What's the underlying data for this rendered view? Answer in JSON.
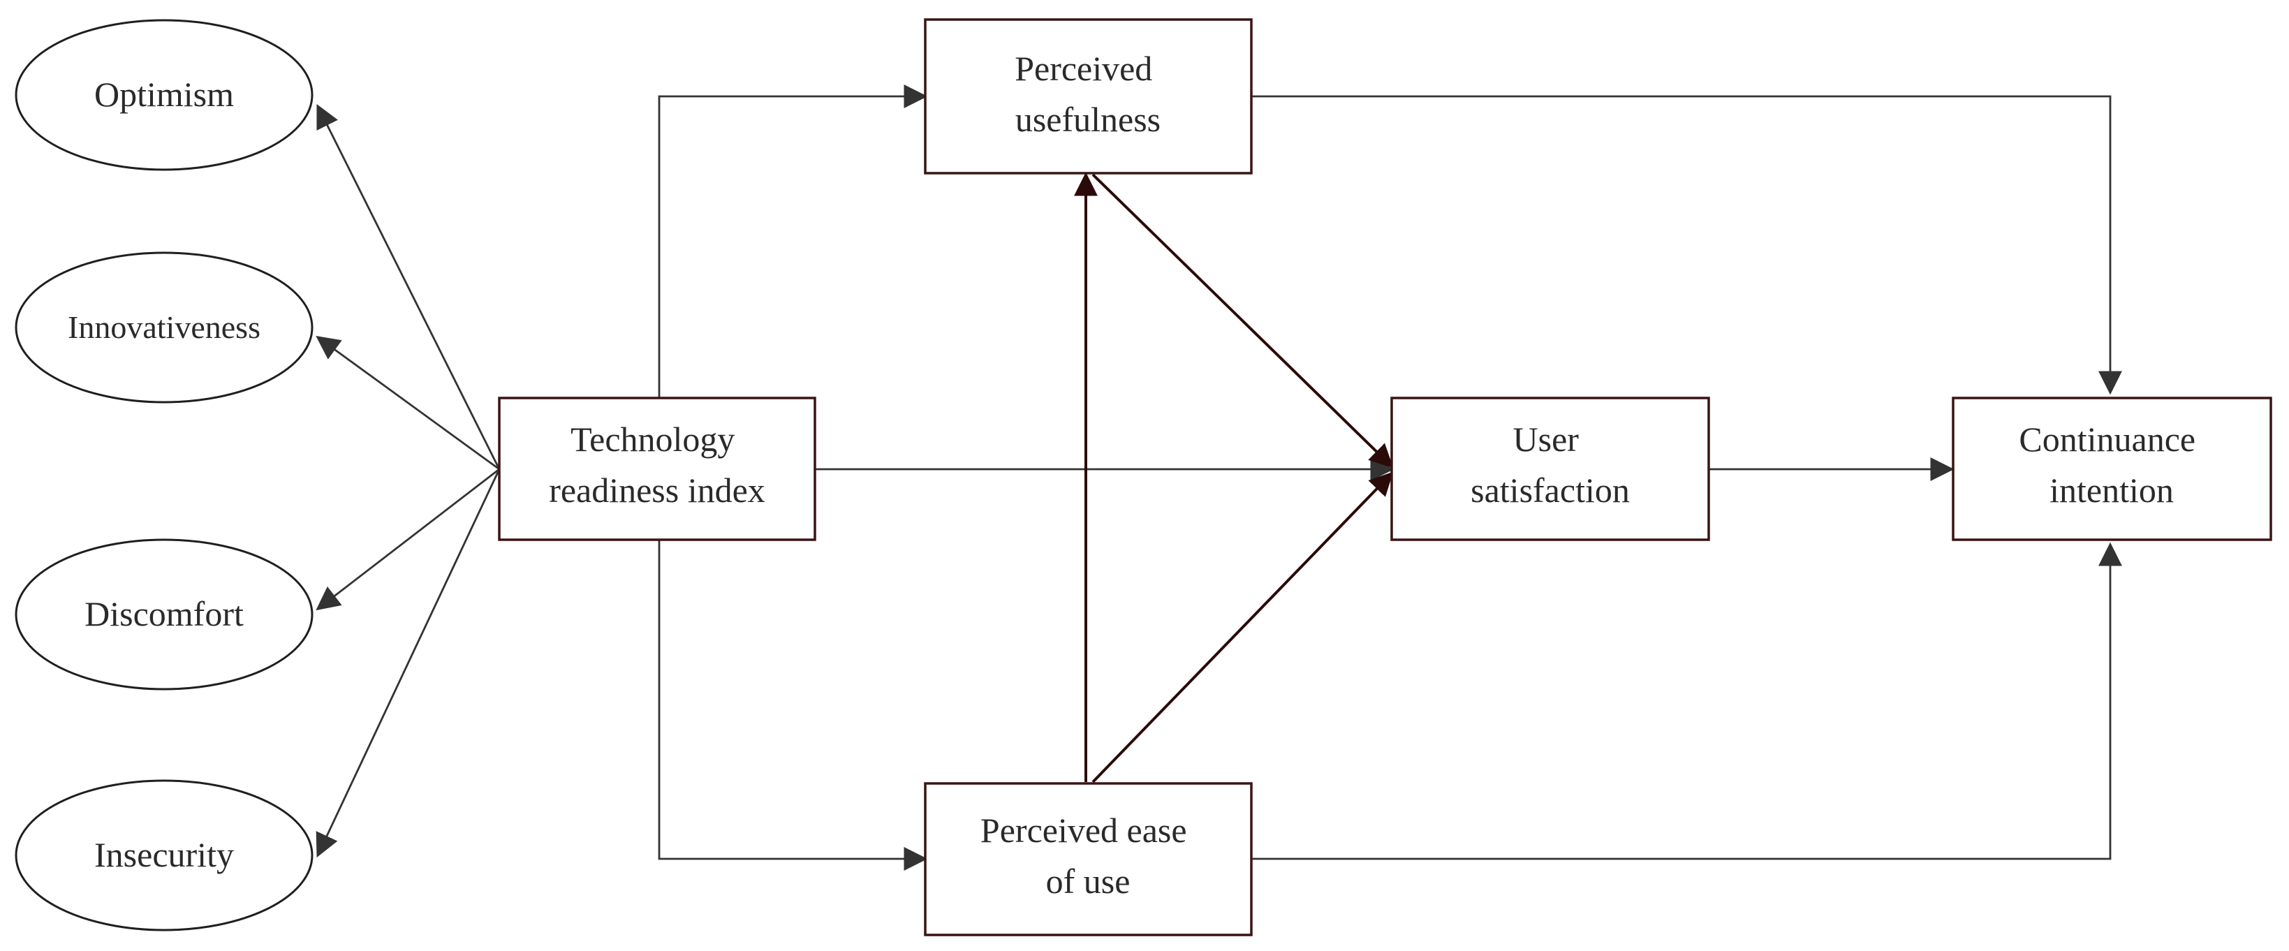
{
  "diagram": {
    "constructs": {
      "optimism": "Optimism",
      "innovativeness": "Innovativeness",
      "discomfort": "Discomfort",
      "insecurity": "Insecurity",
      "technology_readiness_index": [
        "Technology",
        "readiness index"
      ],
      "perceived_usefulness": [
        "Perceived",
        "usefulness"
      ],
      "perceived_ease_of_use": [
        "Perceived ease",
        "of use"
      ],
      "user_satisfaction": [
        "User",
        "satisfaction"
      ],
      "continuance_intention": [
        "Continuance",
        "intention"
      ]
    },
    "colors": {
      "box_border": "#3a1414",
      "line": "#333333",
      "dark_line": "#2b0a0a",
      "text": "#2a2a2a"
    }
  }
}
